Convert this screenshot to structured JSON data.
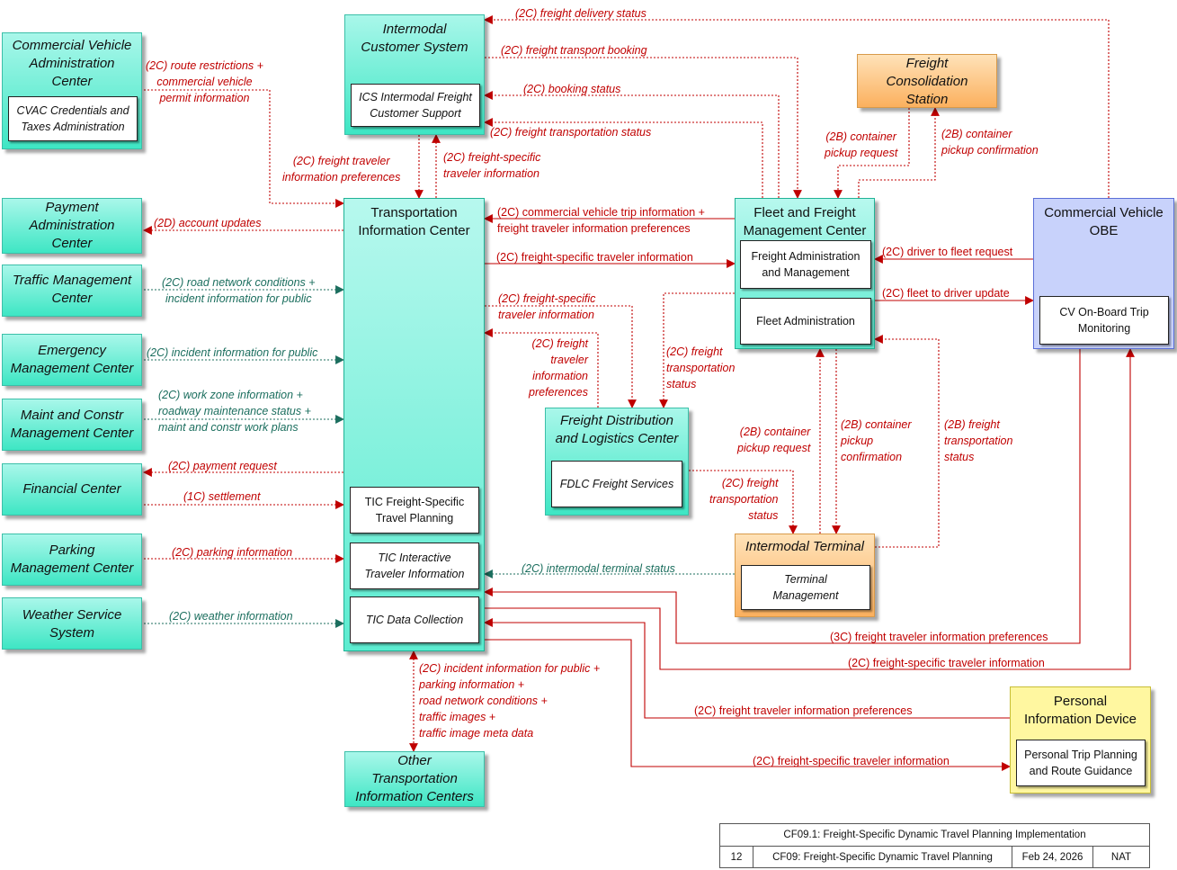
{
  "nodes": {
    "cvac": {
      "title": "Commercial Vehicle\nAdministration\nCenter",
      "sub": "CVAC Credentials and\nTaxes Administration"
    },
    "payment": {
      "title": "Payment\nAdministration\nCenter"
    },
    "traffic": {
      "title": "Traffic Management\nCenter"
    },
    "emergency": {
      "title": "Emergency\nManagement Center"
    },
    "maint": {
      "title": "Maint and Constr\nManagement Center"
    },
    "financial": {
      "title": "Financial Center"
    },
    "parking": {
      "title": "Parking\nManagement Center"
    },
    "weather": {
      "title": "Weather Service\nSystem"
    },
    "ics": {
      "title": "Intermodal\nCustomer System",
      "sub": "ICS Intermodal Freight\nCustomer Support"
    },
    "tic": {
      "title": "Transportation\nInformation Center",
      "sub1": "TIC Freight-Specific\nTravel Planning",
      "sub2": "TIC Interactive\nTraveler Information",
      "sub3": "TIC Data Collection"
    },
    "other_tic": {
      "title": "Other\nTransportation\nInformation Centers"
    },
    "fcs": {
      "title": "Freight\nConsolidation\nStation"
    },
    "fleet": {
      "title": "Fleet and Freight\nManagement Center",
      "sub1": "Freight Administration\nand Management",
      "sub2": "Fleet Administration"
    },
    "cvobe": {
      "title": "Commercial Vehicle\nOBE",
      "sub": "CV On-Board Trip\nMonitoring"
    },
    "fdlc": {
      "title": "Freight Distribution\nand Logistics Center",
      "sub": "FDLC Freight Services"
    },
    "terminal": {
      "title": "Intermodal Terminal",
      "sub": "Terminal\nManagement"
    },
    "pid": {
      "title": "Personal\nInformation Device",
      "sub": "Personal Trip Planning\nand Route Guidance"
    }
  },
  "flows": {
    "cvac_tic": "(2C) route restrictions +\ncommercial vehicle\npermit information",
    "tic_payment": "(2D) account updates",
    "traffic_tic": "(2C) road network conditions +\nincident information for public",
    "emergency_tic": "(2C) incident information for public",
    "maint_tic": "(2C) work zone information +\nroadway maintenance status +\nmaint and constr work plans",
    "tic_financial": "(2C) payment request",
    "financial_tic": "(1C) settlement",
    "parking_tic": "(2C) parking information",
    "weather_tic": "(2C) weather information",
    "ics_tic": "(2C) freight traveler\ninformation preferences",
    "tic_ics": "(2C) freight-specific\ntraveler information",
    "cvobe_ics": "(2C) freight delivery status",
    "ics_fleet_booking": "(2C) freight transport booking",
    "fleet_ics_booking_status": "(2C) booking status",
    "fleet_ics_transport_status": "(2C) freight transportation status",
    "fleet_tic": "(2C) commercial vehicle trip information +\nfreight traveler information preferences",
    "tic_fleet": "(2C) freight-specific traveler information",
    "tic_fdlc": "(2C) freight-specific\ntraveler information",
    "fdlc_tic": "(2C) freight\ntraveler\ninformation\npreferences",
    "fleet_fdlc": "(2C) freight\ntransportation\nstatus",
    "fleet_fcs_request": "(2B) container\npickup request",
    "fcs_fleet_confirm": "(2B) container\npickup confirmation",
    "cvobe_fleet": "(2C) driver to fleet request",
    "fleet_cvobe": "(2C) fleet to driver update",
    "terminal_fleet_request": "(2B) container\npickup request",
    "fleet_terminal_confirm": "(2B) container\npickup\nconfirmation",
    "terminal_fleet_status": "(2B) freight\ntransportation\nstatus",
    "fdlc_terminal": "(2C) freight\ntransportation\nstatus",
    "terminal_tic": "(2C) intermodal terminal status",
    "cvobe_tic_prefs": "(3C) freight traveler information preferences",
    "tic_cvobe": "(2C) freight-specific traveler information",
    "pid_tic": "(2C) freight traveler information preferences",
    "tic_pid": "(2C) freight-specific traveler information",
    "tic_other": "(2C) incident information for public +\nparking information +\nroad network conditions +\ntraffic images +\ntraffic image meta data"
  },
  "footer": {
    "title": "CF09.1: Freight-Specific Dynamic Travel Planning Implementation",
    "number": "12",
    "name": "CF09: Freight-Specific Dynamic Travel Planning",
    "date": "Feb 24, 2026",
    "scope": "NAT"
  }
}
